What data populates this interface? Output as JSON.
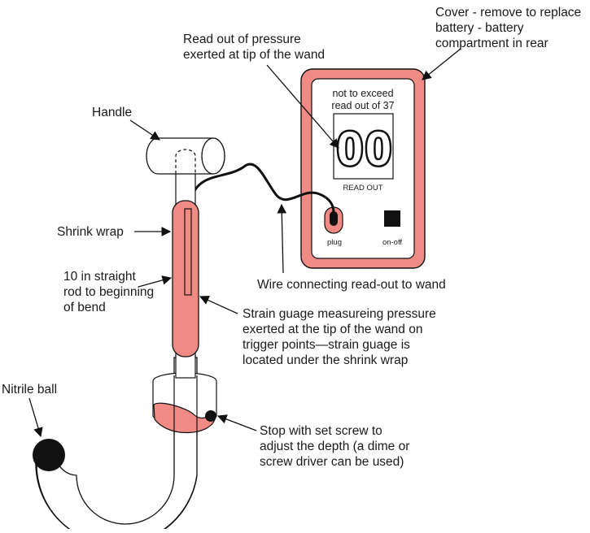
{
  "colors": {
    "pink": "#f08a84",
    "pink_light": "#f6c0bc",
    "ink": "#111111",
    "background": "#ffffff"
  },
  "device": {
    "warning_line1": "not to exceed",
    "warning_line2": "read out of 37",
    "display_digits": [
      "0",
      "0"
    ],
    "display_label": "READ OUT",
    "plug_label": "plug",
    "onoff_label": "on-off"
  },
  "labels": {
    "cover": [
      "Cover - remove to replace",
      "battery - battery",
      "compartment in rear"
    ],
    "readout": [
      "Read out of pressure",
      "exerted at tip of the wand"
    ],
    "handle": [
      "Handle"
    ],
    "shrink_wrap": [
      "Shrink wrap"
    ],
    "rod": [
      "10 in straight",
      "rod to beginning",
      "of bend"
    ],
    "wire": [
      "Wire connecting read-out to wand"
    ],
    "strain_gauge": [
      "Strain guage measureing pressure",
      "exerted at the tip of the wand on",
      "trigger points—strain guage is",
      "located under the shrink wrap"
    ],
    "nitrile_ball": [
      "Nitrile ball"
    ],
    "stop": [
      "Stop with set screw to",
      "adjust the depth (a dime or",
      "screw driver can be used)"
    ]
  }
}
